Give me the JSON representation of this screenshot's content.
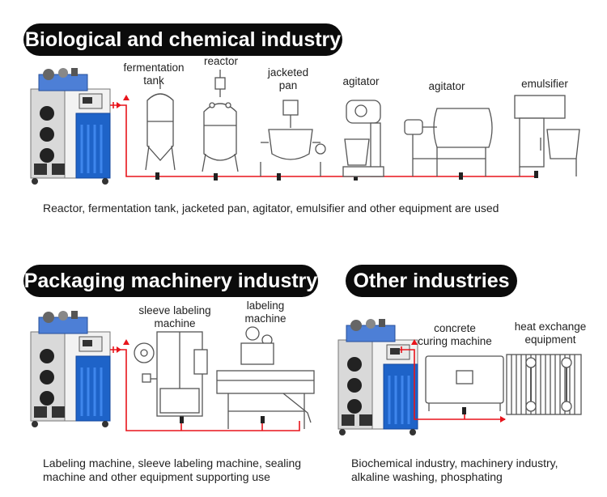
{
  "sections": {
    "bio": {
      "title": "Biological and chemical industry",
      "labels": [
        "fermentation tank",
        "reactor",
        "jacketed pan",
        "agitator",
        "agitator",
        "emulsifier"
      ],
      "caption": "Reactor, fermentation tank, jacketed pan, agitator, emulsifier and other equipment are used"
    },
    "pack": {
      "title": "Packaging machinery industry",
      "labels": [
        "sleeve labeling machine",
        "labeling machine"
      ],
      "caption_lines": [
        "Labeling machine, sleeve labeling machine, sealing",
        "machine and other equipment supporting use"
      ]
    },
    "other": {
      "title": "Other industries",
      "labels": [
        "concrete curing machine",
        "heat exchange equipment"
      ],
      "caption_lines": [
        "Biochemical industry, machinery industry,",
        "alkaline washing, phosphating"
      ]
    }
  },
  "colors": {
    "pipe": "#e8141b",
    "pill": "#0b0b0b",
    "boiler_blue": "#1e63c8"
  }
}
